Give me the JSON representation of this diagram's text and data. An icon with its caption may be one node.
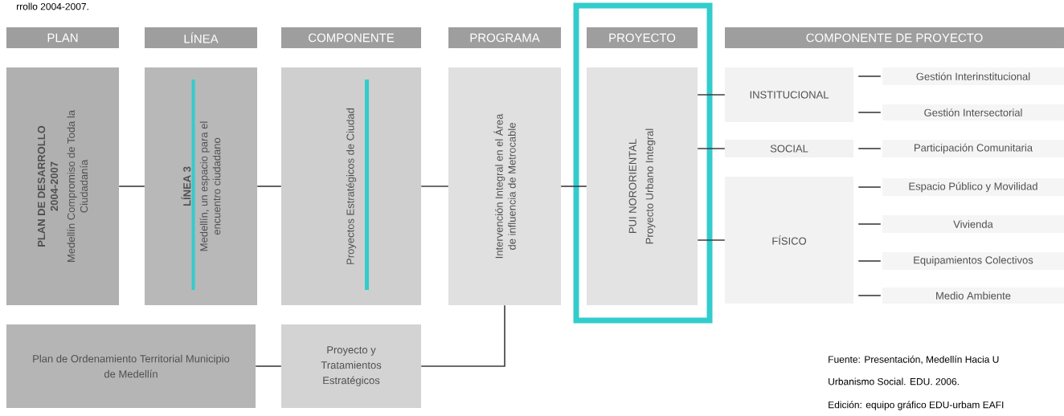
{
  "diagram": {
    "nodes": [
      {
        "text": [
          "PLAN"
        ]
      },
      {
        "text": [
          "LÍNEA"
        ]
      },
      {
        "text": [
          "COMPONENTE"
        ]
      },
      {
        "text": [
          "PROGRAMA"
        ]
      },
      {
        "text": [
          "PROYECTO"
        ]
      },
      {
        "text": [
          "COMPONENTE DE PROYECTO"
        ]
      },
      {
        "text": [
          "PLAN DE DESARROLLO 2004-2007",
          "Medellín Compromiso de Toda la Ciudadanía"
        ]
      },
      {
        "text": [
          "LÍNEA 3",
          "Medellín, un espacio para el encuentro ciudadano"
        ]
      },
      {
        "text": [
          "Proyectos Estratégicos de Ciudad"
        ]
      },
      {
        "text": [
          "Intervención Integral en el Área de influencia de Metrocable"
        ]
      },
      {
        "text": [
          "PUI NORORIENTAL",
          "Proyecto Urbano Integral"
        ]
      },
      {
        "text": [
          "INSTITUCIONAL"
        ]
      },
      {
        "text": [
          "SOCIAL"
        ]
      },
      {
        "text": [
          "FÍSICO"
        ]
      },
      {
        "text": [
          "Gestión Interinstitucional"
        ]
      },
      {
        "text": [
          "Gestión Intersectorial"
        ]
      },
      {
        "text": [
          "Participación Comunitaria"
        ]
      },
      {
        "text": [
          "Espacio Público y Movilidad"
        ]
      },
      {
        "text": [
          "Vivienda"
        ]
      },
      {
        "text": [
          "Equipamientos Colectivos"
        ]
      },
      {
        "text": [
          "Medio Ambiente"
        ]
      },
      {
        "text": [
          "Plan de Ordenamiento Territorial Municipio de Medellín"
        ]
      },
      {
        "text": [
          "Proyecto y Tratamientos Estratégicos"
        ]
      }
    ],
    "edges": [
      {
        "from": 6,
        "to": 7,
        "arrow": "none"
      },
      {
        "from": 7,
        "to": 8,
        "arrow": "none"
      },
      {
        "from": 8,
        "to": 9,
        "arrow": "none"
      },
      {
        "from": 9,
        "to": 10,
        "arrow": "none"
      },
      {
        "from": 10,
        "to": 11,
        "arrow": "none"
      },
      {
        "from": 10,
        "to": 12,
        "arrow": "none"
      },
      {
        "from": 10,
        "to": 13,
        "arrow": "none"
      },
      {
        "from": 11,
        "to": 14,
        "arrow": "none"
      },
      {
        "from": 11,
        "to": 15,
        "arrow": "none"
      },
      {
        "from": 12,
        "to": 16,
        "arrow": "none"
      },
      {
        "from": 13,
        "to": 17,
        "arrow": "none"
      },
      {
        "from": 13,
        "to": 18,
        "arrow": "none"
      },
      {
        "from": 13,
        "to": 19,
        "arrow": "none"
      },
      {
        "from": 13,
        "to": 20,
        "arrow": "none"
      },
      {
        "from": 21,
        "to": 22,
        "arrow": "none"
      },
      {
        "from": 22,
        "to": 9,
        "arrow": "none"
      }
    ],
    "labels": [
      "rrollo 2004-2007.",
      "Fuente: Presentación, Medellín Hacia U",
      "Urbanismo Social. EDU. 2006.",
      "Edición: equipo gráfico EDU-urbam EAFI"
    ]
  }
}
